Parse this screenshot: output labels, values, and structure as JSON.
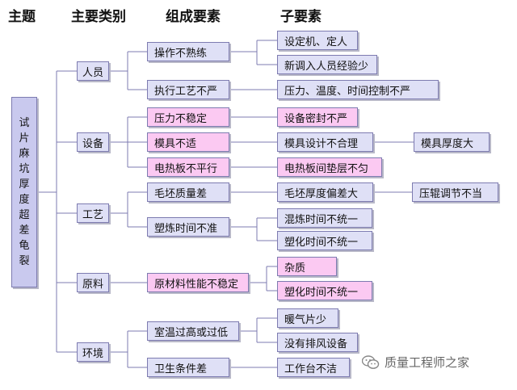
{
  "headers": [
    "主题",
    "主要类别",
    "组成要素",
    "子要素"
  ],
  "theme": [
    "试",
    "片",
    "麻",
    "坑",
    "厚",
    "度",
    "超",
    "差",
    "龟",
    "裂"
  ],
  "categories": [
    "人员",
    "设备",
    "工艺",
    "原料",
    "环境"
  ],
  "elements": {
    "e1": "操作不熟练",
    "e2": "执行工艺不严",
    "e3": "压力不稳定",
    "e4": "模具不适",
    "e5": "电热板不平行",
    "e6": "毛坯质量差",
    "e7": "塑炼时间不准",
    "e8": "原材料性能不稳定",
    "e9": "室温过高或过低",
    "e10": "卫生条件差"
  },
  "sub": {
    "s1": "设定机、定人",
    "s2": "新调入人员经验少",
    "s3": "压力、温度、时间控制不严",
    "s4": "设备密封不严",
    "s5": "模具设计不合理",
    "s6": "电热板间垫层不匀",
    "s7": "毛坯厚度偏差大",
    "s8": "混炼时间不统一",
    "s9": "塑化时间不统一",
    "s10": "杂质",
    "s11": "塑化时间不统一",
    "s12": "暖气片少",
    "s13": "没有排风设备",
    "s14": "工作台不洁"
  },
  "sub2": {
    "t1": "模具厚度大",
    "t2": "压辊调节不当"
  },
  "watermark": "质量工程师之家",
  "colors": {
    "box": "#dfe0f6",
    "pink": "#fbc9f2",
    "border": "#7d7bb0",
    "line": "#7d7bb0"
  }
}
